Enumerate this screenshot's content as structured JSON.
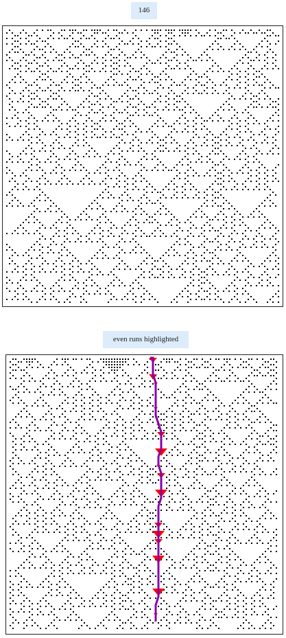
{
  "panels": [
    {
      "label": "146",
      "rule": 146,
      "highlight_even_runs": false
    },
    {
      "label": "even runs highlighted",
      "rule": 146,
      "highlight_even_runs": true
    }
  ],
  "colors": {
    "cell": "#000000",
    "background": "#ffffff",
    "label_bg": "#dcecfb",
    "even_run_fill": "#ff0000",
    "even_run_path": "#8800aa"
  }
}
